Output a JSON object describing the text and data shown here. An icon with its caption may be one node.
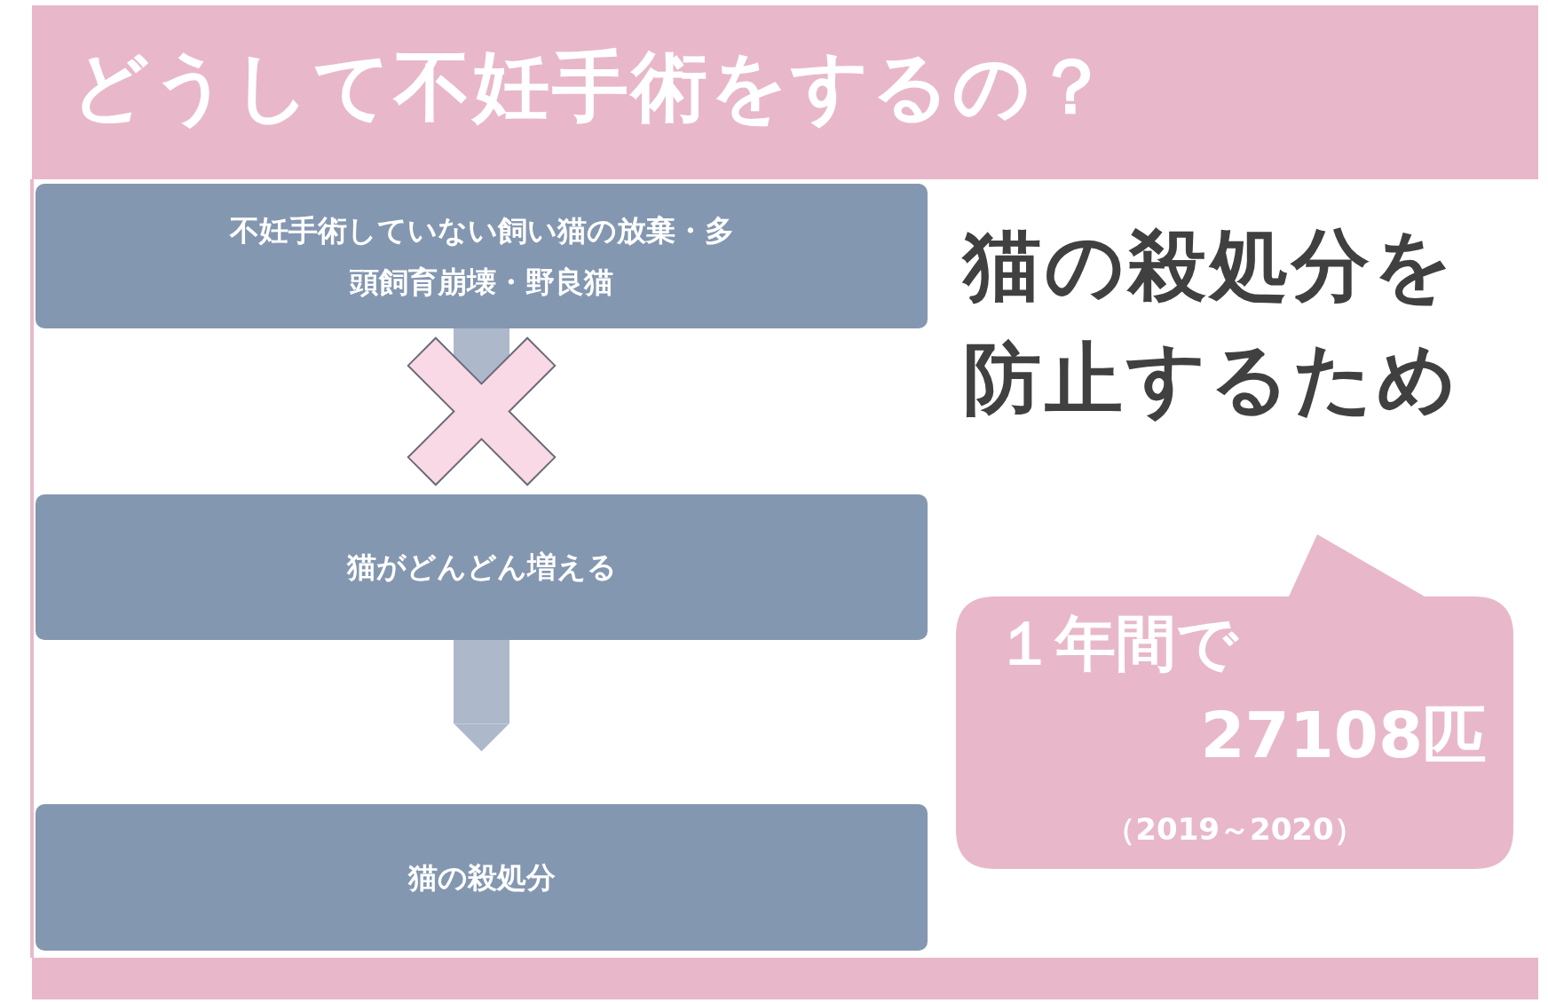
{
  "diagram": {
    "title": "どうして不妊手術をするの？",
    "nodes": [
      {
        "text": [
          "不妊手術していない飼い猫の放棄・多頭飼育崩壊・野良猫"
        ]
      },
      {
        "text": [
          "猫がどんどん増える"
        ]
      },
      {
        "text": [
          "猫の殺処分"
        ]
      },
      {
        "text": [
          "１年間で",
          "27108匹",
          "（2019～2020）"
        ]
      }
    ],
    "edges": [
      {
        "from": 0,
        "to": 1,
        "arrow": "to"
      },
      {
        "from": 1,
        "to": 2,
        "arrow": "to"
      }
    ],
    "labels": [
      "猫の殺処分を防止するため"
    ]
  }
}
